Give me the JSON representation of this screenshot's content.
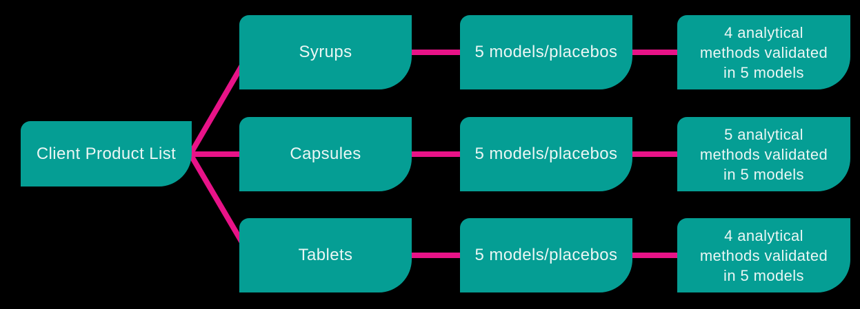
{
  "diagram": {
    "type": "flowchart",
    "background_color": "#000000",
    "node_fill_color": "#059e94",
    "connector_color": "#e81388",
    "text_color": "#eaf6f4",
    "root": {
      "label": "Client Product List"
    },
    "rows": [
      {
        "category": "Syrups",
        "models": "5 models/placebos",
        "result": "4 analytical methods validated in 5 models"
      },
      {
        "category": "Capsules",
        "models": "5 models/placebos",
        "result": "5 analytical methods validated in 5 models"
      },
      {
        "category": "Tablets",
        "models": "5 models/placebos",
        "result": "4 analytical methods validated in 5 models"
      }
    ]
  }
}
